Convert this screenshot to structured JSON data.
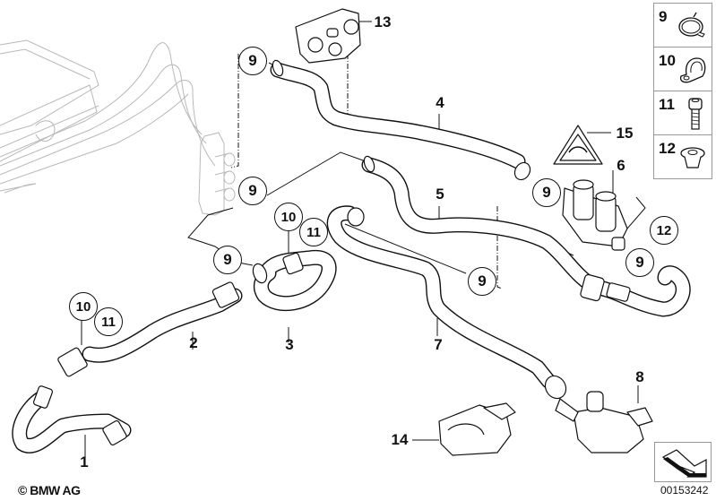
{
  "diagram": {
    "title": "Heater hoses / coolant valve parts diagram",
    "copyright": "© BMW AG",
    "document_number": "00153242",
    "part_labels": {
      "p1": "1",
      "p2": "2",
      "p3": "3",
      "p4": "4",
      "p5": "5",
      "p6": "6",
      "p7": "7",
      "p8": "8",
      "p13": "13",
      "p14": "14",
      "p15": "15"
    },
    "callouts": {
      "c9a": "9",
      "c9b": "9",
      "c9c": "9",
      "c9d": "9",
      "c9e": "9",
      "c9f": "9",
      "c10a": "10",
      "c11a": "11",
      "c10b": "10",
      "c11b": "11",
      "c12": "12"
    },
    "legend": [
      {
        "number": "9",
        "icon": "hose-clamp-icon"
      },
      {
        "number": "10",
        "icon": "pipe-clip-icon"
      },
      {
        "number": "11",
        "icon": "hex-socket-bolt-icon"
      },
      {
        "number": "12",
        "icon": "rubber-grommet-icon"
      }
    ],
    "orientation_icon": "direction-arrow-icon"
  }
}
